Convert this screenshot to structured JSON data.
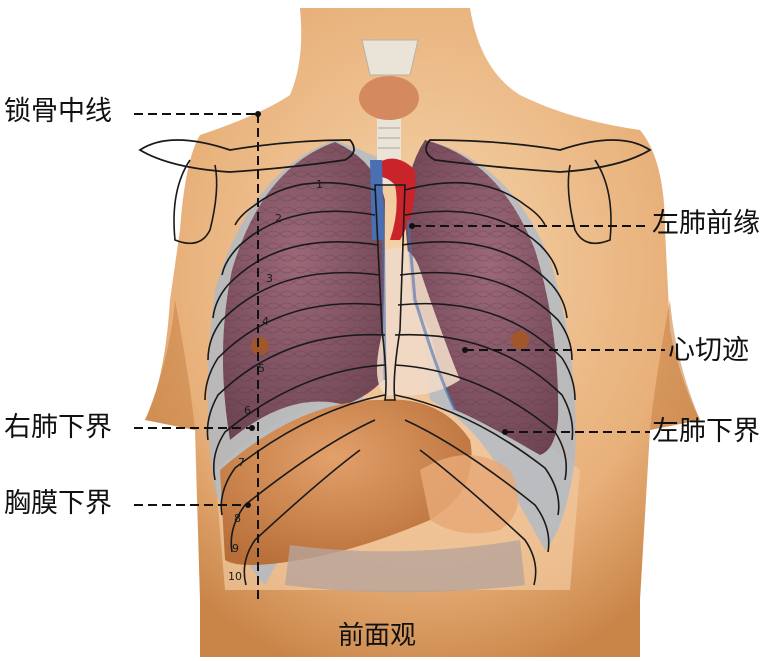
{
  "labels": {
    "midclavicular_line": "锁骨中线",
    "left_lung_anterior_border": "左肺前缘",
    "cardiac_notch": "心切迹",
    "right_lung_inferior_border": "右肺下界",
    "left_lung_inferior_border": "左肺下界",
    "pleura_inferior_border": "胸膜下界",
    "view_caption": "前面观"
  },
  "rib_numbers": [
    "1",
    "2",
    "3",
    "4",
    "5",
    "6",
    "7",
    "8",
    "9",
    "10"
  ],
  "colors": {
    "skin": "#e8b07a",
    "skin_shadow": "#c98548",
    "lung": "#8a5a68",
    "lung_dark": "#6e4452",
    "pleura": "#a9b9cc",
    "heart": "#efd9c8",
    "liver": "#c9824c",
    "trachea": "#e9e3d8",
    "thyroid": "#d48a5e",
    "vessel_red": "#c8242a",
    "vessel_blue": "#4a6fb3",
    "bone_outline": "#1a1a1a",
    "leader_line": "#111111"
  }
}
